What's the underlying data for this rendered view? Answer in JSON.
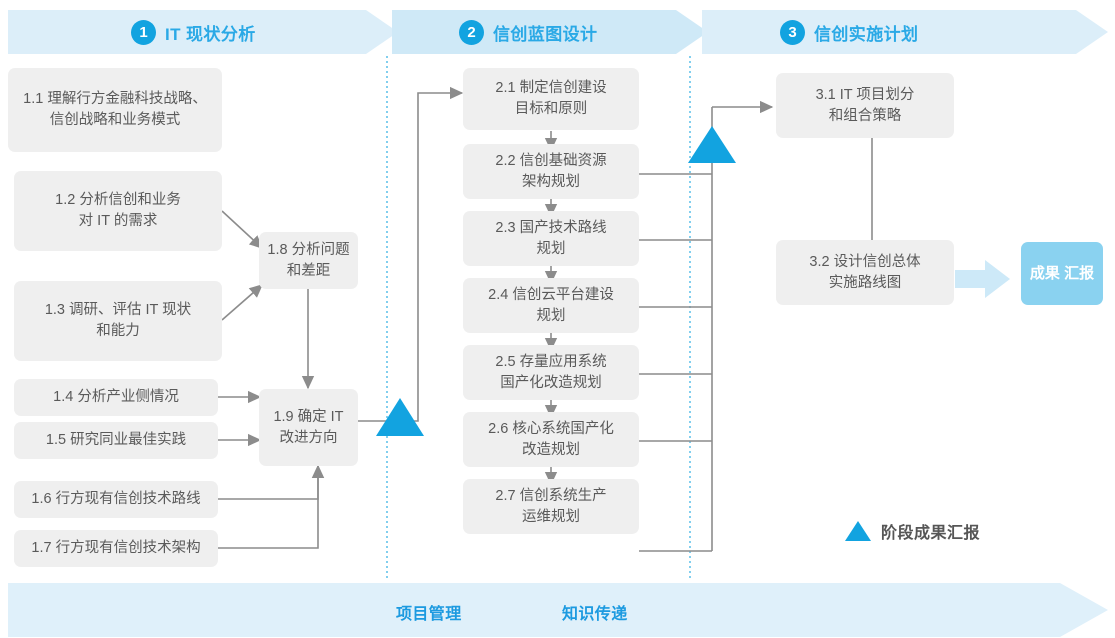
{
  "colors": {
    "accent": "#12A3E0",
    "header_band": "#DCEEF9",
    "bottom_band": "#DFF0FA",
    "phase_text": "#2AA9E6",
    "node_bg": "#EFEFEF",
    "node_text": "#5A5A5A",
    "connector": "#8C8C8C",
    "result_badge_bg": "#8AD2F0",
    "result_arrow": "#CDE9F8",
    "divider_dotted": "#63C3EA"
  },
  "header": {
    "phases": [
      {
        "number": "1",
        "title": "IT 现状分析"
      },
      {
        "number": "2",
        "title": "信创蓝图设计"
      },
      {
        "number": "3",
        "title": "信创实施计划"
      }
    ]
  },
  "phase1": {
    "nodes": [
      {
        "id": "1.1",
        "lines": [
          "1.1 理解行方金融科技战略、",
          "信创战略和业务模式"
        ]
      },
      {
        "id": "1.2",
        "lines": [
          "1.2 分析信创和业务",
          "对 IT 的需求"
        ]
      },
      {
        "id": "1.3",
        "lines": [
          "1.3 调研、评估 IT 现状",
          "和能力"
        ]
      },
      {
        "id": "1.4",
        "lines": [
          "1.4 分析产业侧情况"
        ]
      },
      {
        "id": "1.5",
        "lines": [
          "1.5 研究同业最佳实践"
        ]
      },
      {
        "id": "1.6",
        "lines": [
          "1.6 行方现有信创技术路线"
        ]
      },
      {
        "id": "1.7",
        "lines": [
          "1.7 行方现有信创技术架构"
        ]
      },
      {
        "id": "1.8",
        "lines": [
          "1.8 分析问题",
          "和差距"
        ]
      },
      {
        "id": "1.9",
        "lines": [
          "1.9 确定 IT",
          "改进方向"
        ]
      }
    ]
  },
  "phase2": {
    "nodes": [
      {
        "id": "2.1",
        "lines": [
          "2.1 制定信创建设",
          "目标和原则"
        ]
      },
      {
        "id": "2.2",
        "lines": [
          "2.2 信创基础资源",
          "架构规划"
        ]
      },
      {
        "id": "2.3",
        "lines": [
          "2.3 国产技术路线",
          "规划"
        ]
      },
      {
        "id": "2.4",
        "lines": [
          "2.4 信创云平台建设",
          "规划"
        ]
      },
      {
        "id": "2.5",
        "lines": [
          "2.5 存量应用系统",
          "国产化改造规划"
        ]
      },
      {
        "id": "2.6",
        "lines": [
          "2.6 核心系统国产化",
          "改造规划"
        ]
      },
      {
        "id": "2.7",
        "lines": [
          "2.7 信创系统生产",
          "运维规划"
        ]
      }
    ]
  },
  "phase3": {
    "nodes": [
      {
        "id": "3.1",
        "lines": [
          "3.1 IT 项目划分",
          "和组合策略"
        ]
      },
      {
        "id": "3.2",
        "lines": [
          "3.2 设计信创总体",
          "实施路线图"
        ]
      }
    ],
    "result_badge": {
      "lines": [
        "成果",
        "汇报"
      ]
    }
  },
  "legend": {
    "milestone_label": "阶段成果汇报"
  },
  "bottom_band": {
    "labels": [
      "项目管理",
      "知识传递"
    ]
  }
}
